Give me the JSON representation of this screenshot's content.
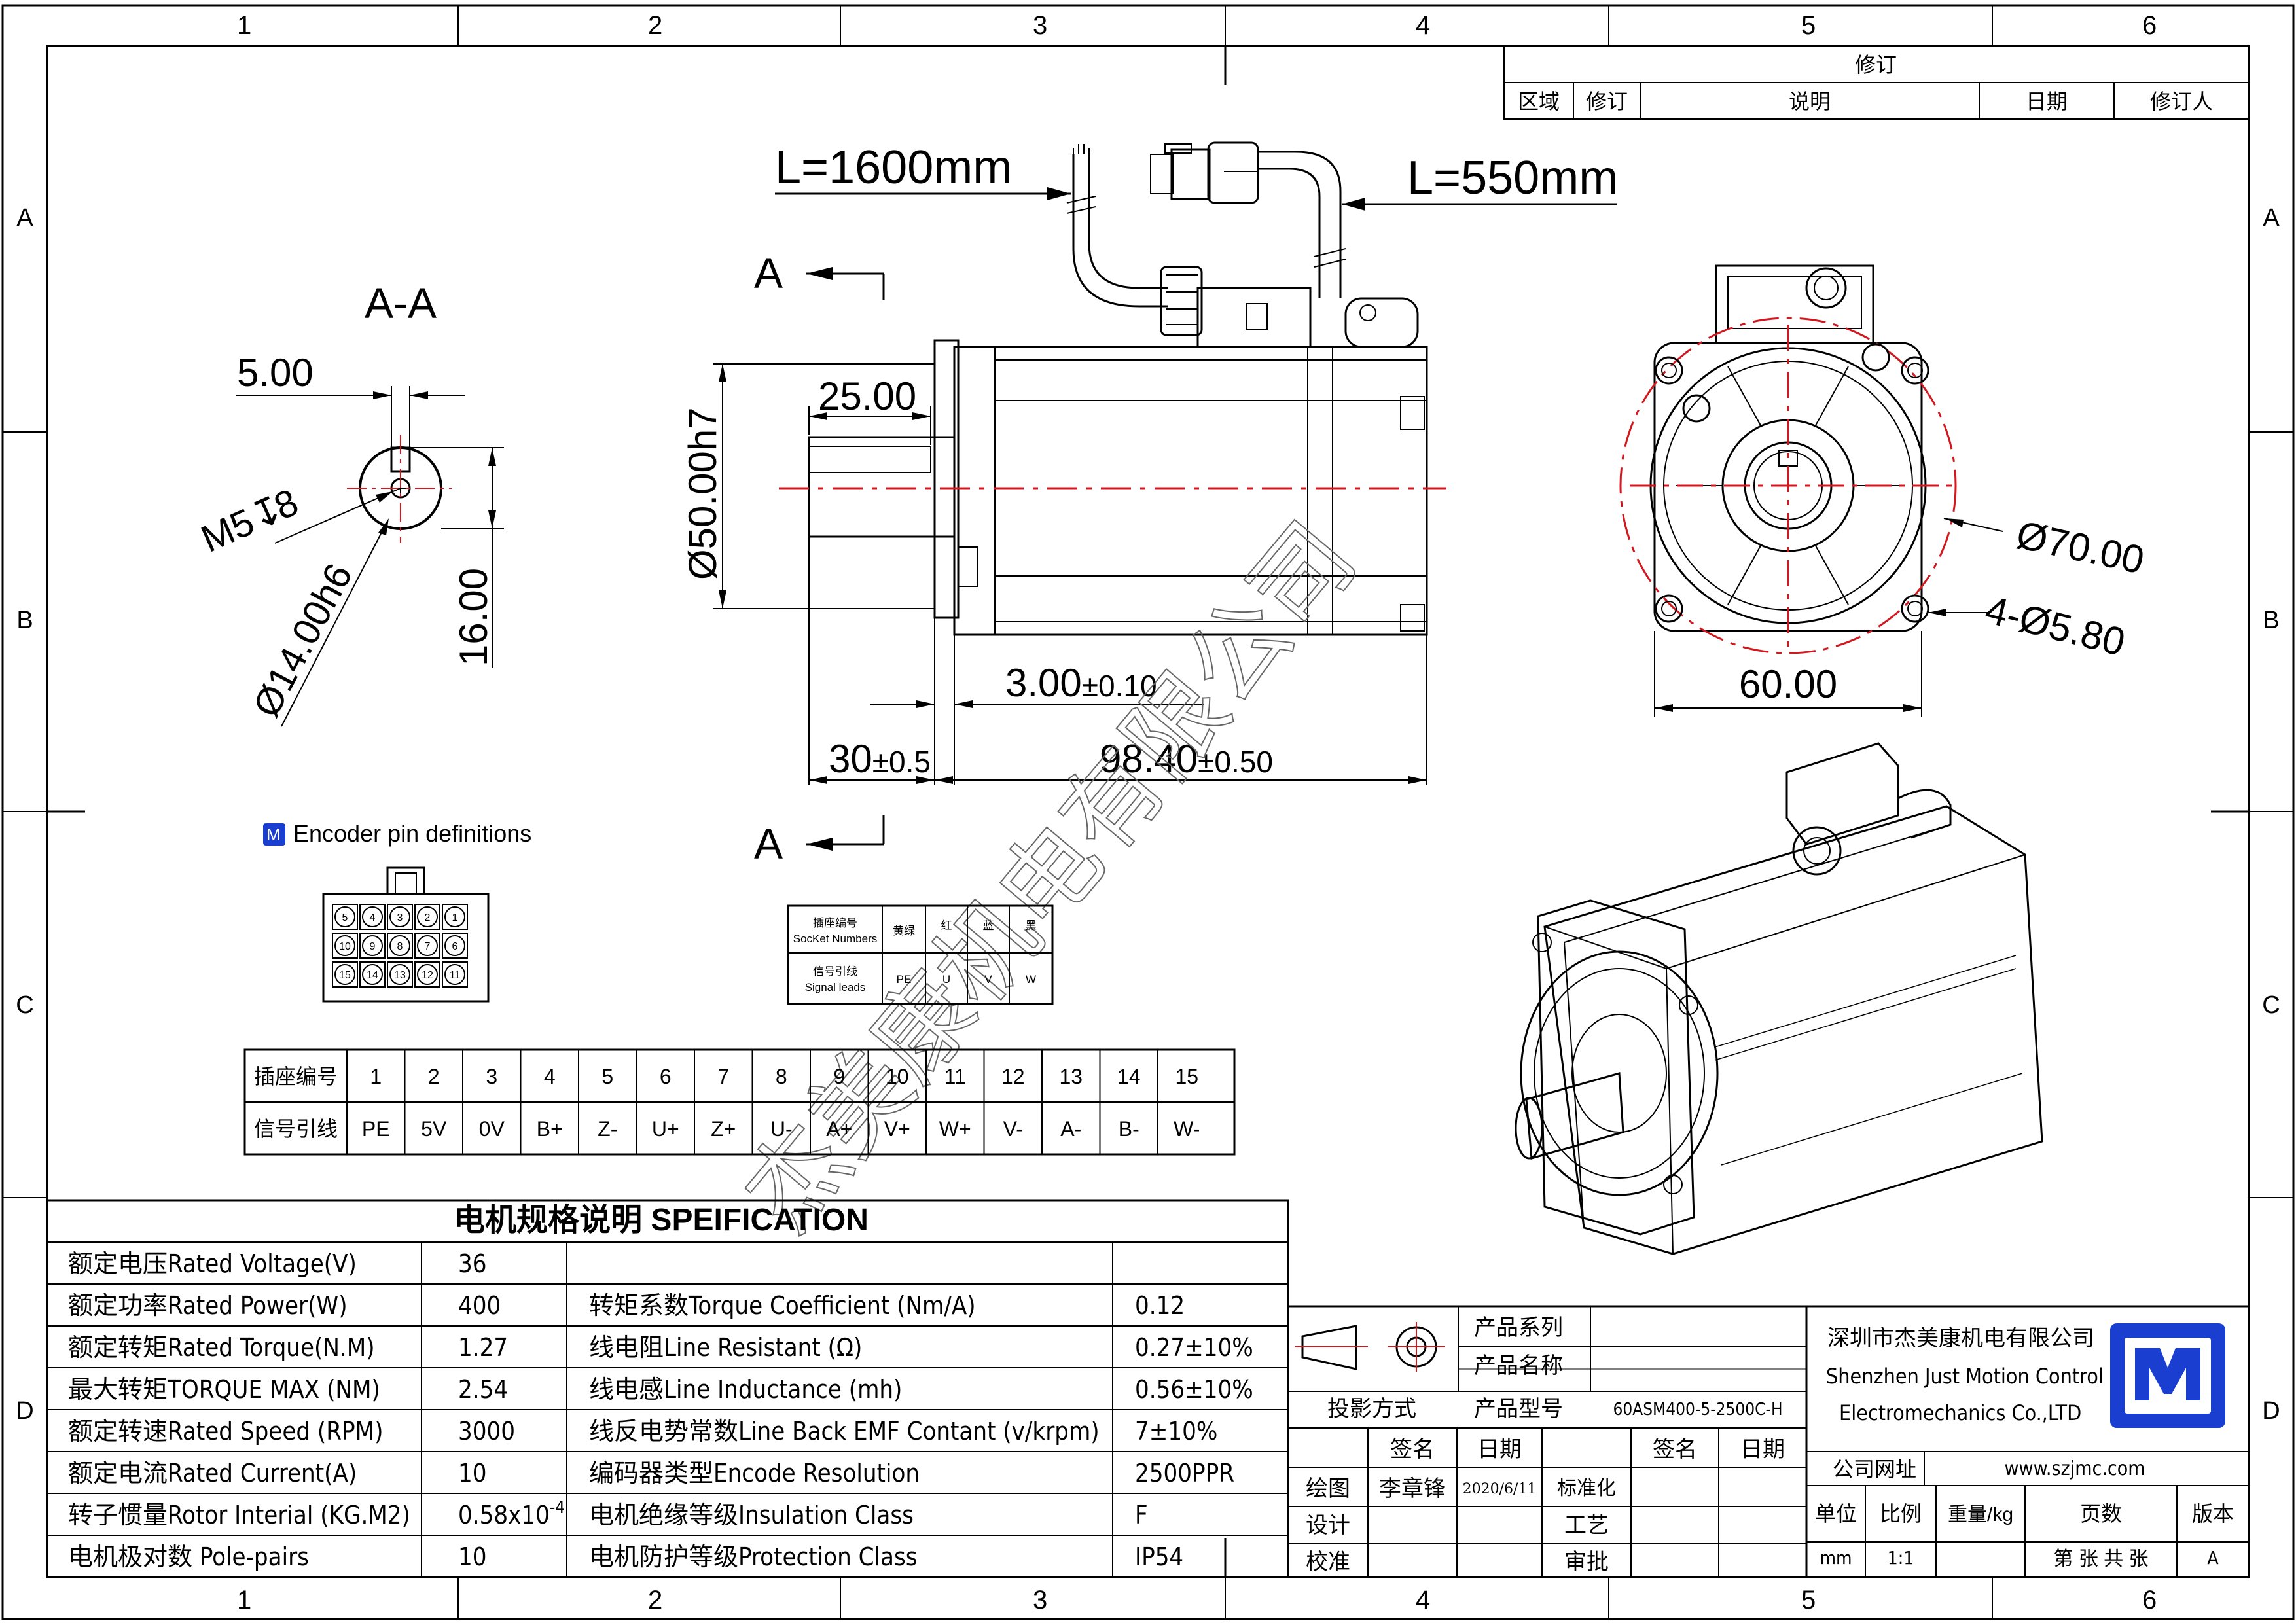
{
  "frame": {
    "col_labels": [
      "1",
      "2",
      "3",
      "4",
      "5",
      "6"
    ],
    "row_labels": [
      "A",
      "B",
      "C",
      "D"
    ]
  },
  "revision": {
    "title": "修订",
    "headers": [
      "区域",
      "修订",
      "说明",
      "日期",
      "修订人"
    ]
  },
  "drawing": {
    "section_label": "A-A",
    "cut_label": "A",
    "watermark": "杰美康机电有限公司",
    "cable_left": "L=1600mm",
    "cable_right": "L=550mm",
    "dims": {
      "key_width": "5.00",
      "key_depth": "16.00",
      "thread": "M5",
      "thread_depth": "8",
      "shaft_dia": "Ø14.00h6",
      "shaft_len": "25.00",
      "pilot_dia": "Ø50.00h7",
      "pilot_len": "3.00",
      "pilot_tol": "±0.10",
      "shaft_ext": "30",
      "shaft_ext_tol": "±0.5",
      "body_len": "98.40",
      "body_tol": "±0.50",
      "pcd": "Ø70.00",
      "holes": "4-Ø5.80",
      "flange": "60.00"
    }
  },
  "encoder": {
    "title": "Encoder pin definitions",
    "pins": [
      "5",
      "4",
      "3",
      "2",
      "1",
      "10",
      "9",
      "8",
      "7",
      "6",
      "15",
      "14",
      "13",
      "12",
      "11"
    ]
  },
  "small_table": {
    "row1_cn": "插座编号",
    "row1_en": "SocKet Numbers",
    "row2_cn": "信号引线",
    "row2_en": "Signal leads",
    "colors": [
      "黄绿",
      "红",
      "蓝",
      "黑"
    ],
    "signals": [
      "PE",
      "U",
      "V",
      "W"
    ]
  },
  "pin_table": {
    "row1_label": "插座编号",
    "row2_label": "信号引线",
    "numbers": [
      "1",
      "2",
      "3",
      "4",
      "5",
      "6",
      "7",
      "8",
      "9",
      "10",
      "11",
      "12",
      "13",
      "14",
      "15"
    ],
    "signals": [
      "PE",
      "5V",
      "0V",
      "B+",
      "Z-",
      "U+",
      "Z+",
      "U-",
      "A+",
      "V+",
      "W+",
      "V-",
      "A-",
      "B-",
      "W-"
    ]
  },
  "spec": {
    "title": "电机规格说明 SPEIFICATION",
    "left": [
      {
        "label": "额定电压Rated Voltage(V)",
        "value": "36"
      },
      {
        "label": "额定功率Rated Power(W)",
        "value": "400"
      },
      {
        "label": "额定转矩Rated Torque(N.M)",
        "value": "1.27"
      },
      {
        "label": "最大转矩TORQUE MAX (NM)",
        "value": "2.54"
      },
      {
        "label": "额定转速Rated Speed (RPM)",
        "value": "3000"
      },
      {
        "label": "额定电流Rated Current(A)",
        "value": "10"
      },
      {
        "label": "转子惯量Rotor Interial (KG.M2)",
        "value": "0.58x10",
        "sup": "-4"
      },
      {
        "label": "电机极对数 Pole-pairs",
        "value": "10"
      }
    ],
    "right": [
      {
        "label": "转矩系数Torque Coefficient (Nm/A)",
        "value": "0.12"
      },
      {
        "label": "线电阻Line Resistant (Ω)",
        "value": "0.27±10%"
      },
      {
        "label": "线电感Line Inductance (mh)",
        "value": "0.56±10%"
      },
      {
        "label": "线反电势常数Line Back EMF Contant (v/krpm)",
        "value": "7±10%"
      },
      {
        "label": "编码器类型Encode Resolution",
        "value": "2500PPR"
      },
      {
        "label": "电机绝缘等级Insulation Class",
        "value": "F"
      },
      {
        "label": "电机防护等级Protection Class",
        "value": "IP54"
      }
    ]
  },
  "title_block": {
    "series_label": "产品系列",
    "name_label": "产品名称",
    "model_label": "产品型号",
    "model_value": "60ASM400-5-2500C-H",
    "projection": "投影方式",
    "sign": "签名",
    "date": "日期",
    "draw": "绘图",
    "drawer": "李章锋",
    "draw_date": "2020/6/11",
    "standard": "标准化",
    "design": "设计",
    "process": "工艺",
    "check": "校准",
    "approve": "审批",
    "company_cn": "深圳市杰美康机电有限公司",
    "company_en1": "Shenzhen Just Motion Control",
    "company_en2": "Electromechanics Co.,LTD",
    "website_label": "公司网址",
    "website": "www.szjmc.com",
    "unit_label": "单位",
    "scale_label": "比例",
    "weight_label": "重量/kg",
    "pages_label": "页数",
    "version_label": "版本",
    "unit": "mm",
    "scale": "1:1",
    "pages": "第 张 共 张",
    "version": "A"
  }
}
